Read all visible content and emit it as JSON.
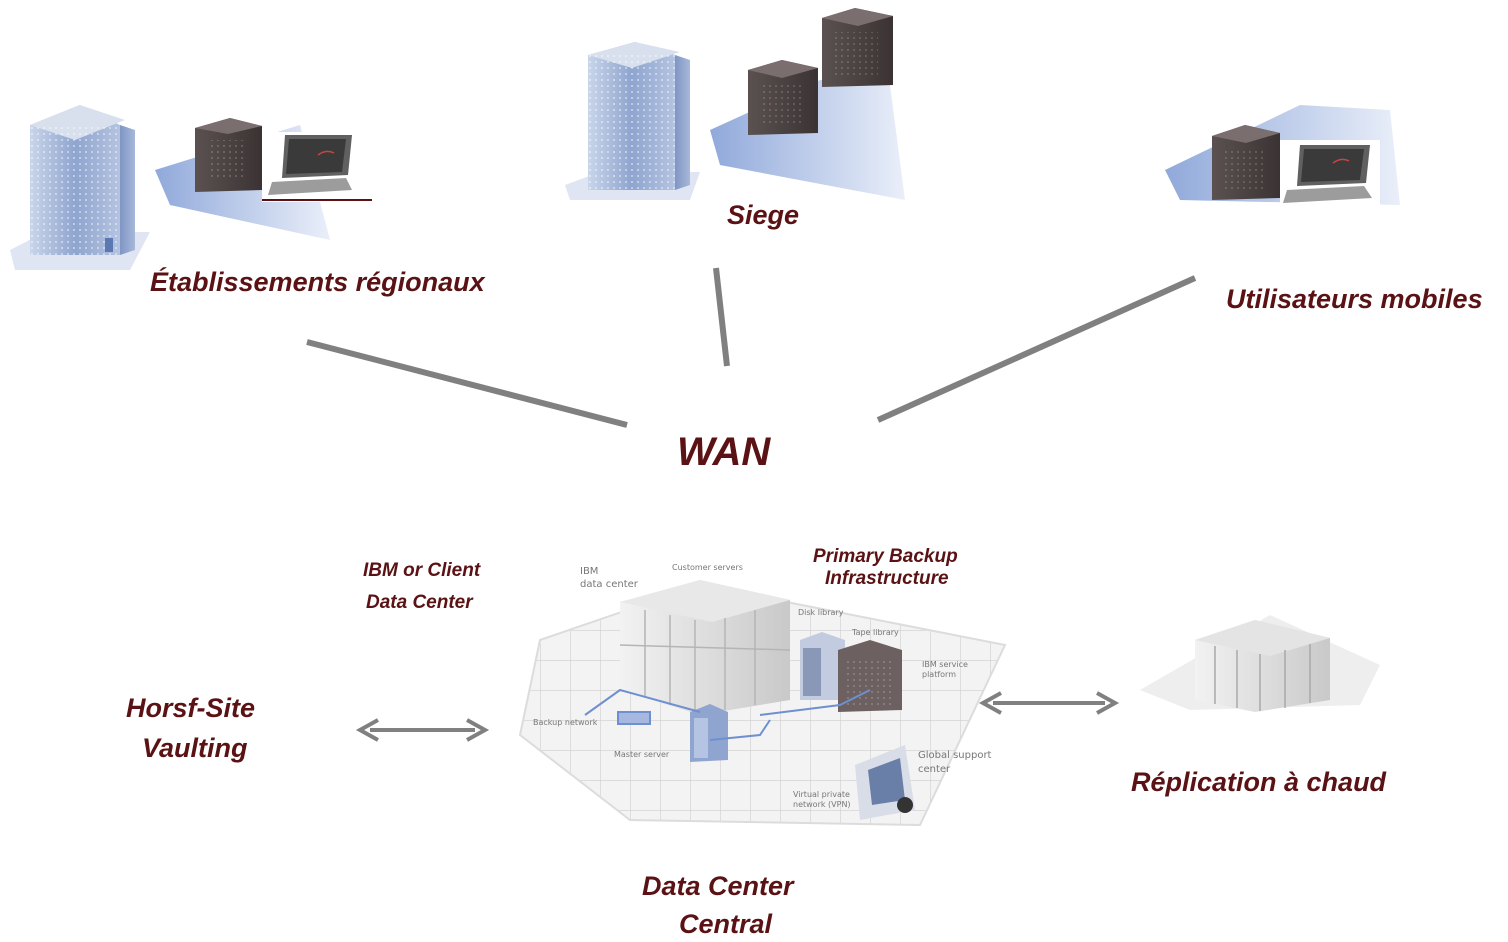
{
  "labels": {
    "regional": "Établissements régionaux",
    "siege": "Siege",
    "mobile": "Utilisateurs  mobiles",
    "wan": "WAN",
    "client_dc_line1": "IBM or  Client",
    "client_dc_line2": "Data Center",
    "primary_backup_line1": "Primary Backup",
    "primary_backup_line2": "Infrastructure",
    "offsite_line1": "Horsf-Site",
    "offsite_line2": "Vaulting",
    "replication": "Réplication à chaud",
    "central_line1": "Data Center",
    "central_line2": "Central"
  },
  "datacenter_callouts": {
    "ibm_line1": "IBM",
    "ibm_line2": "data center",
    "customer_servers": "Customer servers",
    "disk_library": "Disk library",
    "tape_library": "Tape library",
    "service_line1": "IBM service",
    "service_line2": "platform",
    "backup_network": "Backup network",
    "master_server": "Master server",
    "global_line1": "Global support",
    "global_line2": "center",
    "vpn_line1": "Virtual private",
    "vpn_line2": "network (VPN)"
  },
  "colors": {
    "label_text": "#5a1214",
    "connector": "#808080",
    "building_blue": "#9fb4d8",
    "server_dark": "#4d4444"
  }
}
